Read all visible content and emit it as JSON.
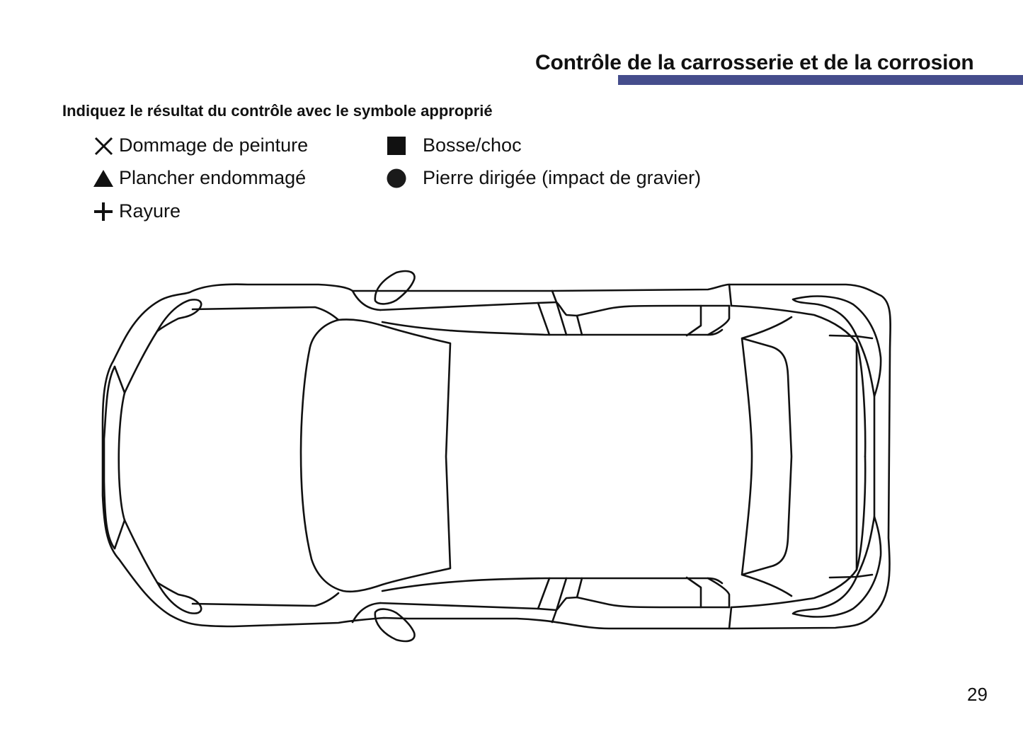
{
  "header": {
    "title": "Contrôle de la carrosserie et de la corrosion",
    "accent_bar_color": "#454d8c"
  },
  "instruction": "Indiquez le résultat du contrôle avec le symbole approprié",
  "legend": {
    "items": [
      {
        "symbol": "cross-icon",
        "label": "Dommage de peinture"
      },
      {
        "symbol": "triangle-icon",
        "label": "Plancher endommagé"
      },
      {
        "symbol": "plus-icon",
        "label": "Rayure"
      },
      {
        "symbol": "square-icon",
        "label": "Bosse/choc"
      },
      {
        "symbol": "circle-icon",
        "label": "Pierre dirigée (impact de gravier)"
      }
    ]
  },
  "diagram": {
    "subject": "car-top-view-outline"
  },
  "footer": {
    "page_number": "29"
  }
}
